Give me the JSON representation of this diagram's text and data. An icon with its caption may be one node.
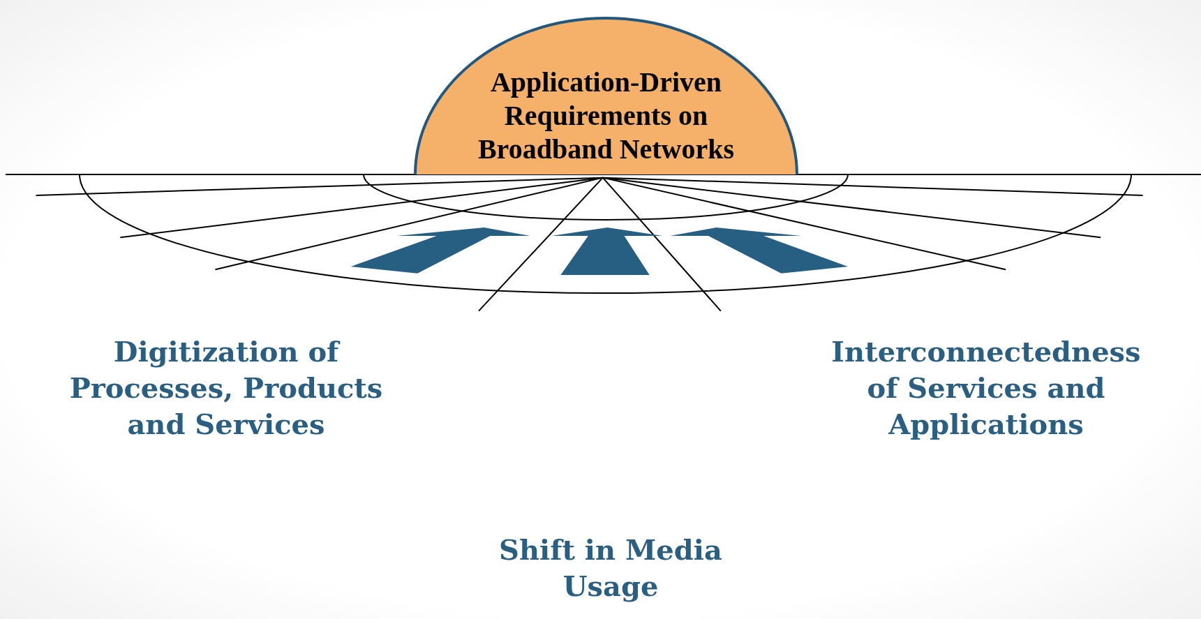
{
  "diagram": {
    "nodes": [
      {
        "text": [
          "Application-Driven Requirements on Broadband Networks"
        ]
      }
    ],
    "labels": [
      "Digitization of Processes, Products and Services",
      "Interconnectedness of Services and Applications",
      "Shift in Media Usage"
    ]
  }
}
